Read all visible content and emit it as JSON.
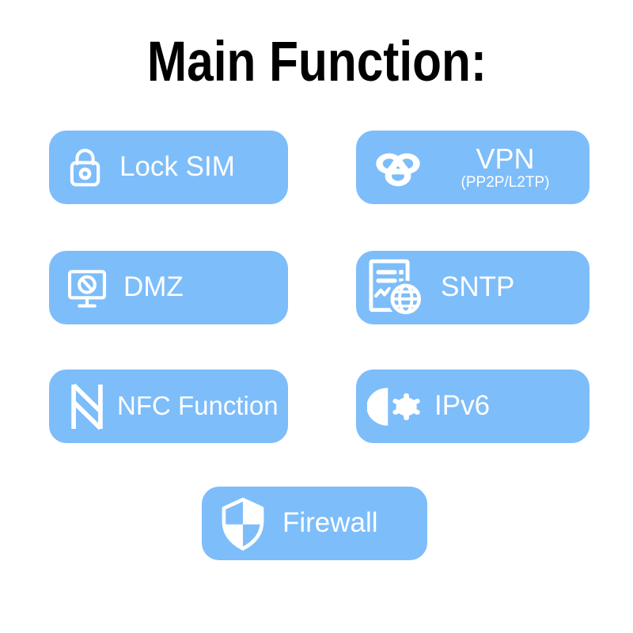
{
  "title": "Main Function:",
  "colors": {
    "badge_background": "#7dbdfa",
    "badge_text": "#ffffff",
    "title_text": "#000000",
    "page_background": "#ffffff"
  },
  "buttons": [
    {
      "id": "lock-sim",
      "label": "Lock SIM",
      "icon": "lock-icon"
    },
    {
      "id": "vpn",
      "label": "VPN",
      "sublabel": "(PP2P/L2TP)",
      "icon": "vpn-knot-icon"
    },
    {
      "id": "dmz",
      "label": "DMZ",
      "icon": "monitor-block-icon"
    },
    {
      "id": "sntp",
      "label": "SNTP",
      "icon": "document-globe-icon"
    },
    {
      "id": "nfc",
      "label": "NFC Function",
      "icon": "nfc-icon"
    },
    {
      "id": "ipv6",
      "label": "IPv6",
      "icon": "half-circle-gear-icon"
    },
    {
      "id": "firewall",
      "label": "Firewall",
      "icon": "shield-icon"
    }
  ]
}
